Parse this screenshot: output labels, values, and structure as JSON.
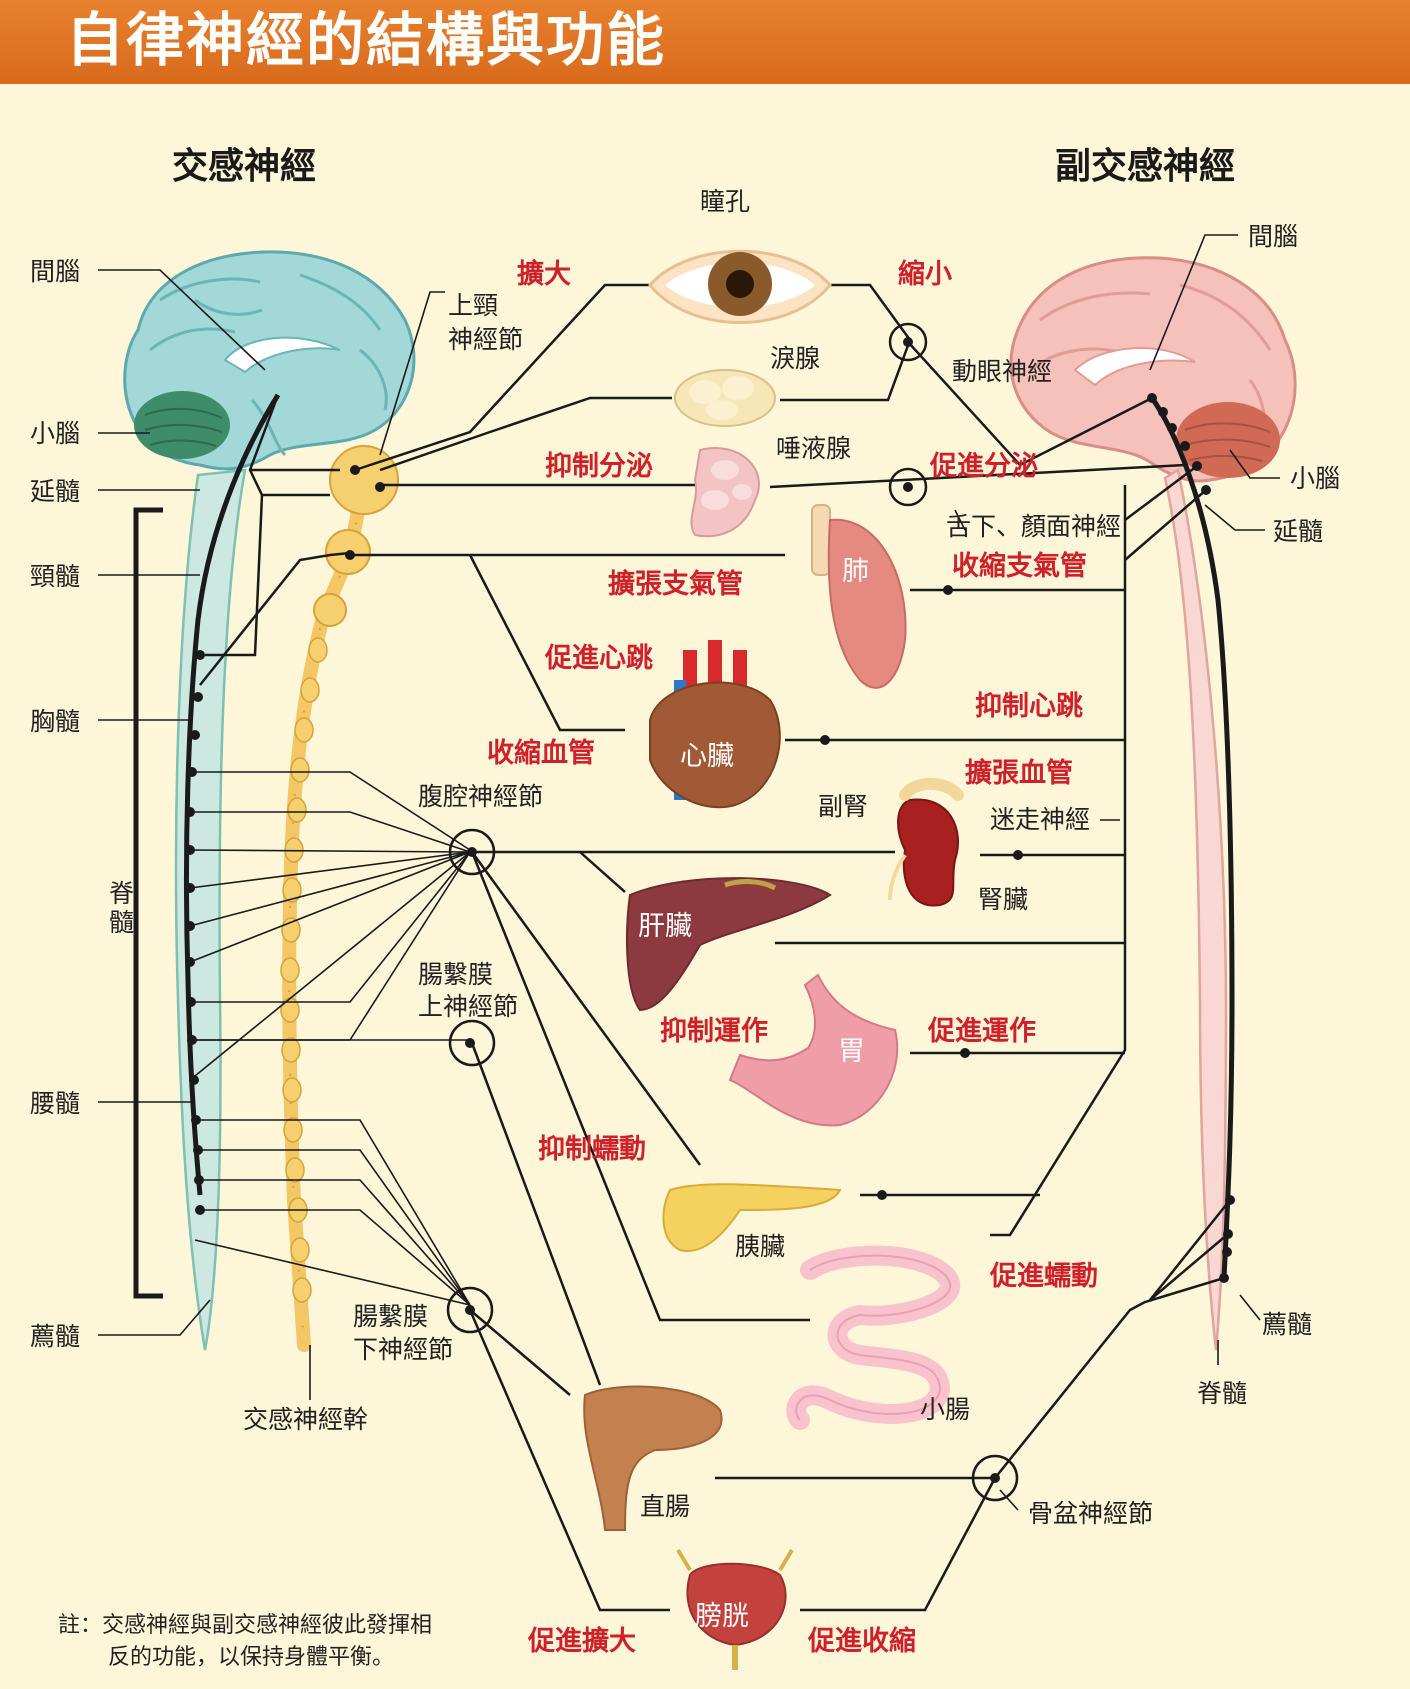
{
  "title": "自律神經的結構與功能",
  "sympathetic": {
    "heading": "交感神經",
    "labels": {
      "diencephalon": "間腦",
      "cerebellum": "小腦",
      "medulla": "延髓",
      "cervical": "頸髓",
      "thoracic": "胸髓",
      "spinal_cord": "脊髓",
      "lumbar": "腰髓",
      "sacral": "薦髓",
      "trunk": "交感神經幹"
    },
    "ganglia": {
      "superior_cervical": "上頸神經節",
      "celiac": "腹腔神經節",
      "superior_mesenteric": "腸繫膜上神經節",
      "inferior_mesenteric": "腸繫膜下神經節"
    },
    "effects": {
      "pupil": "擴大",
      "saliva": "抑制分泌",
      "bronchi": "擴張支氣管",
      "heart": "促進心跳",
      "vessels": "收縮血管",
      "stomach": "抑制運作",
      "peristalsis": "抑制蠕動",
      "bladder": "促進擴大"
    }
  },
  "parasympathetic": {
    "heading": "副交感神經",
    "labels": {
      "diencephalon": "間腦",
      "cerebellum": "小腦",
      "medulla": "延髓",
      "sacral": "薦髓",
      "spinal_cord": "脊髓"
    },
    "nerves": {
      "oculomotor": "動眼神經",
      "facial": "舌下、顏面神經",
      "vagus": "迷走神經",
      "pelvic": "骨盆神經節"
    },
    "effects": {
      "pupil": "縮小",
      "saliva": "促進分泌",
      "bronchi": "收縮支氣管",
      "heart": "抑制心跳",
      "vessels": "擴張血管",
      "stomach": "促進運作",
      "peristalsis": "促進蠕動",
      "bladder": "促進收縮"
    }
  },
  "organs": {
    "pupil": "瞳孔",
    "lacrimal": "淚腺",
    "salivary": "唾液腺",
    "lung": "肺",
    "heart": "心臟",
    "adrenal": "副腎",
    "kidney": "腎臟",
    "liver": "肝臟",
    "stomach": "胃",
    "pancreas": "胰臟",
    "small_intestine": "小腸",
    "rectum": "直腸",
    "bladder": "膀胱"
  },
  "note": {
    "line1": "註：交感神經與副交感神經彼此發揮相",
    "line2": "反的功能，以保持身體平衡。"
  },
  "colors": {
    "header": "#e07a2a",
    "background": "#fdf6d9",
    "effect_text": "#d0202a",
    "sympathetic_brain": "#9fd6d8",
    "parasympathetic_brain": "#f4b7b3",
    "sympathetic_trunk": "#f3c766"
  }
}
